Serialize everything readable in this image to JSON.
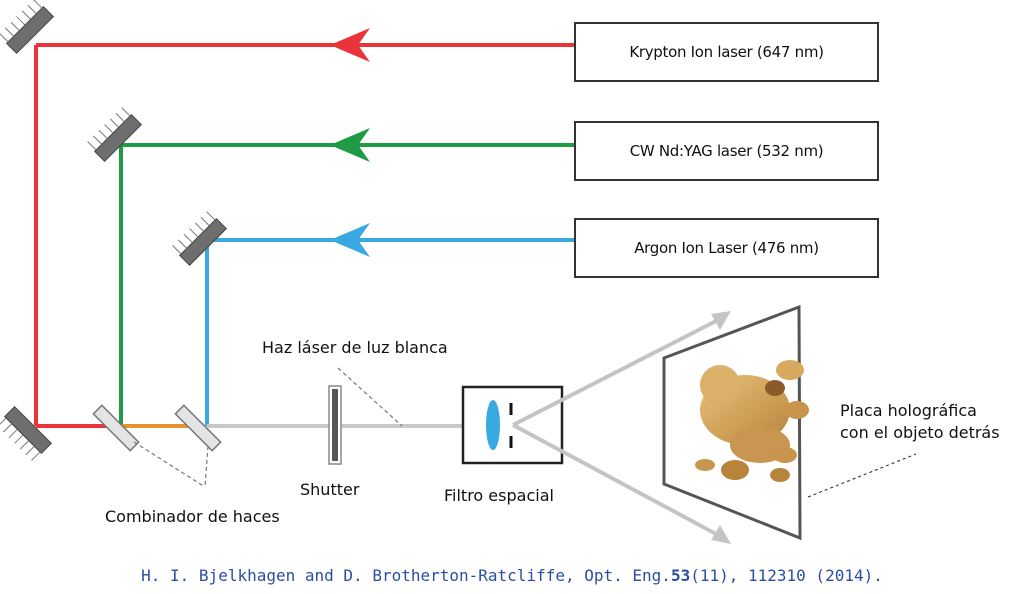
{
  "colors": {
    "red_beam": "#e8343a",
    "green_beam": "#1f9a45",
    "blue_beam": "#39a9e1",
    "orange_beam": "#e8912f",
    "white_beam": "#c8c8c8",
    "mirror": "#6e6e6e",
    "citation": "#2b4ea3"
  },
  "lasers": [
    {
      "label": "Krypton Ion laser (647 nm)",
      "beam": "red"
    },
    {
      "label": "CW Nd:YAG laser (532 nm)",
      "beam": "green"
    },
    {
      "label": "Argon Ion Laser (476 nm)",
      "beam": "blue"
    }
  ],
  "labels": {
    "white_beam": "Haz láser de luz blanca",
    "shutter": "Shutter",
    "spatial_filter": "Filtro espacial",
    "beam_combiner": "Combinador de haces",
    "plate_line1": "Placa holográfica",
    "plate_line2": "con el objeto detrás"
  },
  "citation": {
    "before": "H. I. Bjelkhagen and D. Brotherton-Ratcliffe, Opt. Eng.",
    "volume": "53",
    "after": "(11), 112310 (2014)."
  }
}
